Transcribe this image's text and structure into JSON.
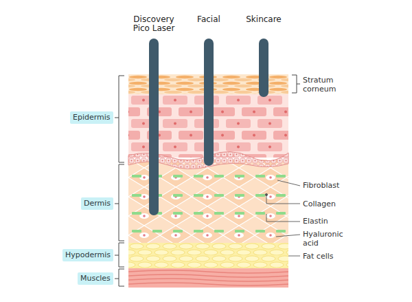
{
  "diagram": {
    "nodes": [
      {
        "text": [
          "Epidermis"
        ]
      },
      {
        "text": [
          "Dermis"
        ]
      },
      {
        "text": [
          "Hypodermis"
        ]
      },
      {
        "text": [
          "Muscles"
        ]
      }
    ],
    "labels": [
      "Discovery Pico Laser",
      "Facial",
      "Skincare",
      "Stratum corneum",
      "Fibroblast",
      "Collagen",
      "Elastin",
      "Hyaluronic acid",
      "Fat cells"
    ]
  }
}
